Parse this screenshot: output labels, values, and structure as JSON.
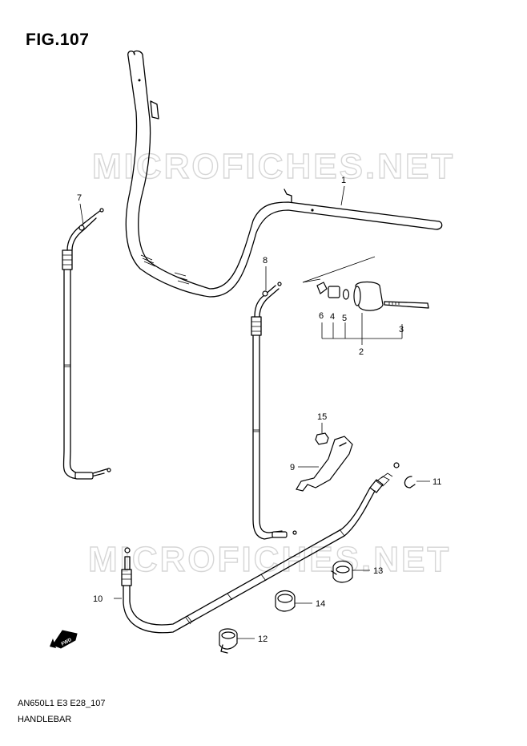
{
  "figure": {
    "title": "FIG.107"
  },
  "watermark": {
    "text": "MICROFICHES.NET"
  },
  "callouts": [
    {
      "id": "1",
      "text": "1"
    },
    {
      "id": "2",
      "text": "2"
    },
    {
      "id": "3",
      "text": "3"
    },
    {
      "id": "4",
      "text": "4"
    },
    {
      "id": "5",
      "text": "5"
    },
    {
      "id": "6",
      "text": "6"
    },
    {
      "id": "7",
      "text": "7"
    },
    {
      "id": "8",
      "text": "8"
    },
    {
      "id": "9",
      "text": "9"
    },
    {
      "id": "10",
      "text": "10"
    },
    {
      "id": "11",
      "text": "11"
    },
    {
      "id": "12",
      "text": "12"
    },
    {
      "id": "13",
      "text": "13"
    },
    {
      "id": "14",
      "text": "14"
    },
    {
      "id": "15",
      "text": "15"
    }
  ],
  "fwd_badge": {
    "text": "FWD"
  },
  "footer": {
    "model_code": "AN650L1 E3 E28_107",
    "section_name": "HANDLEBAR"
  }
}
